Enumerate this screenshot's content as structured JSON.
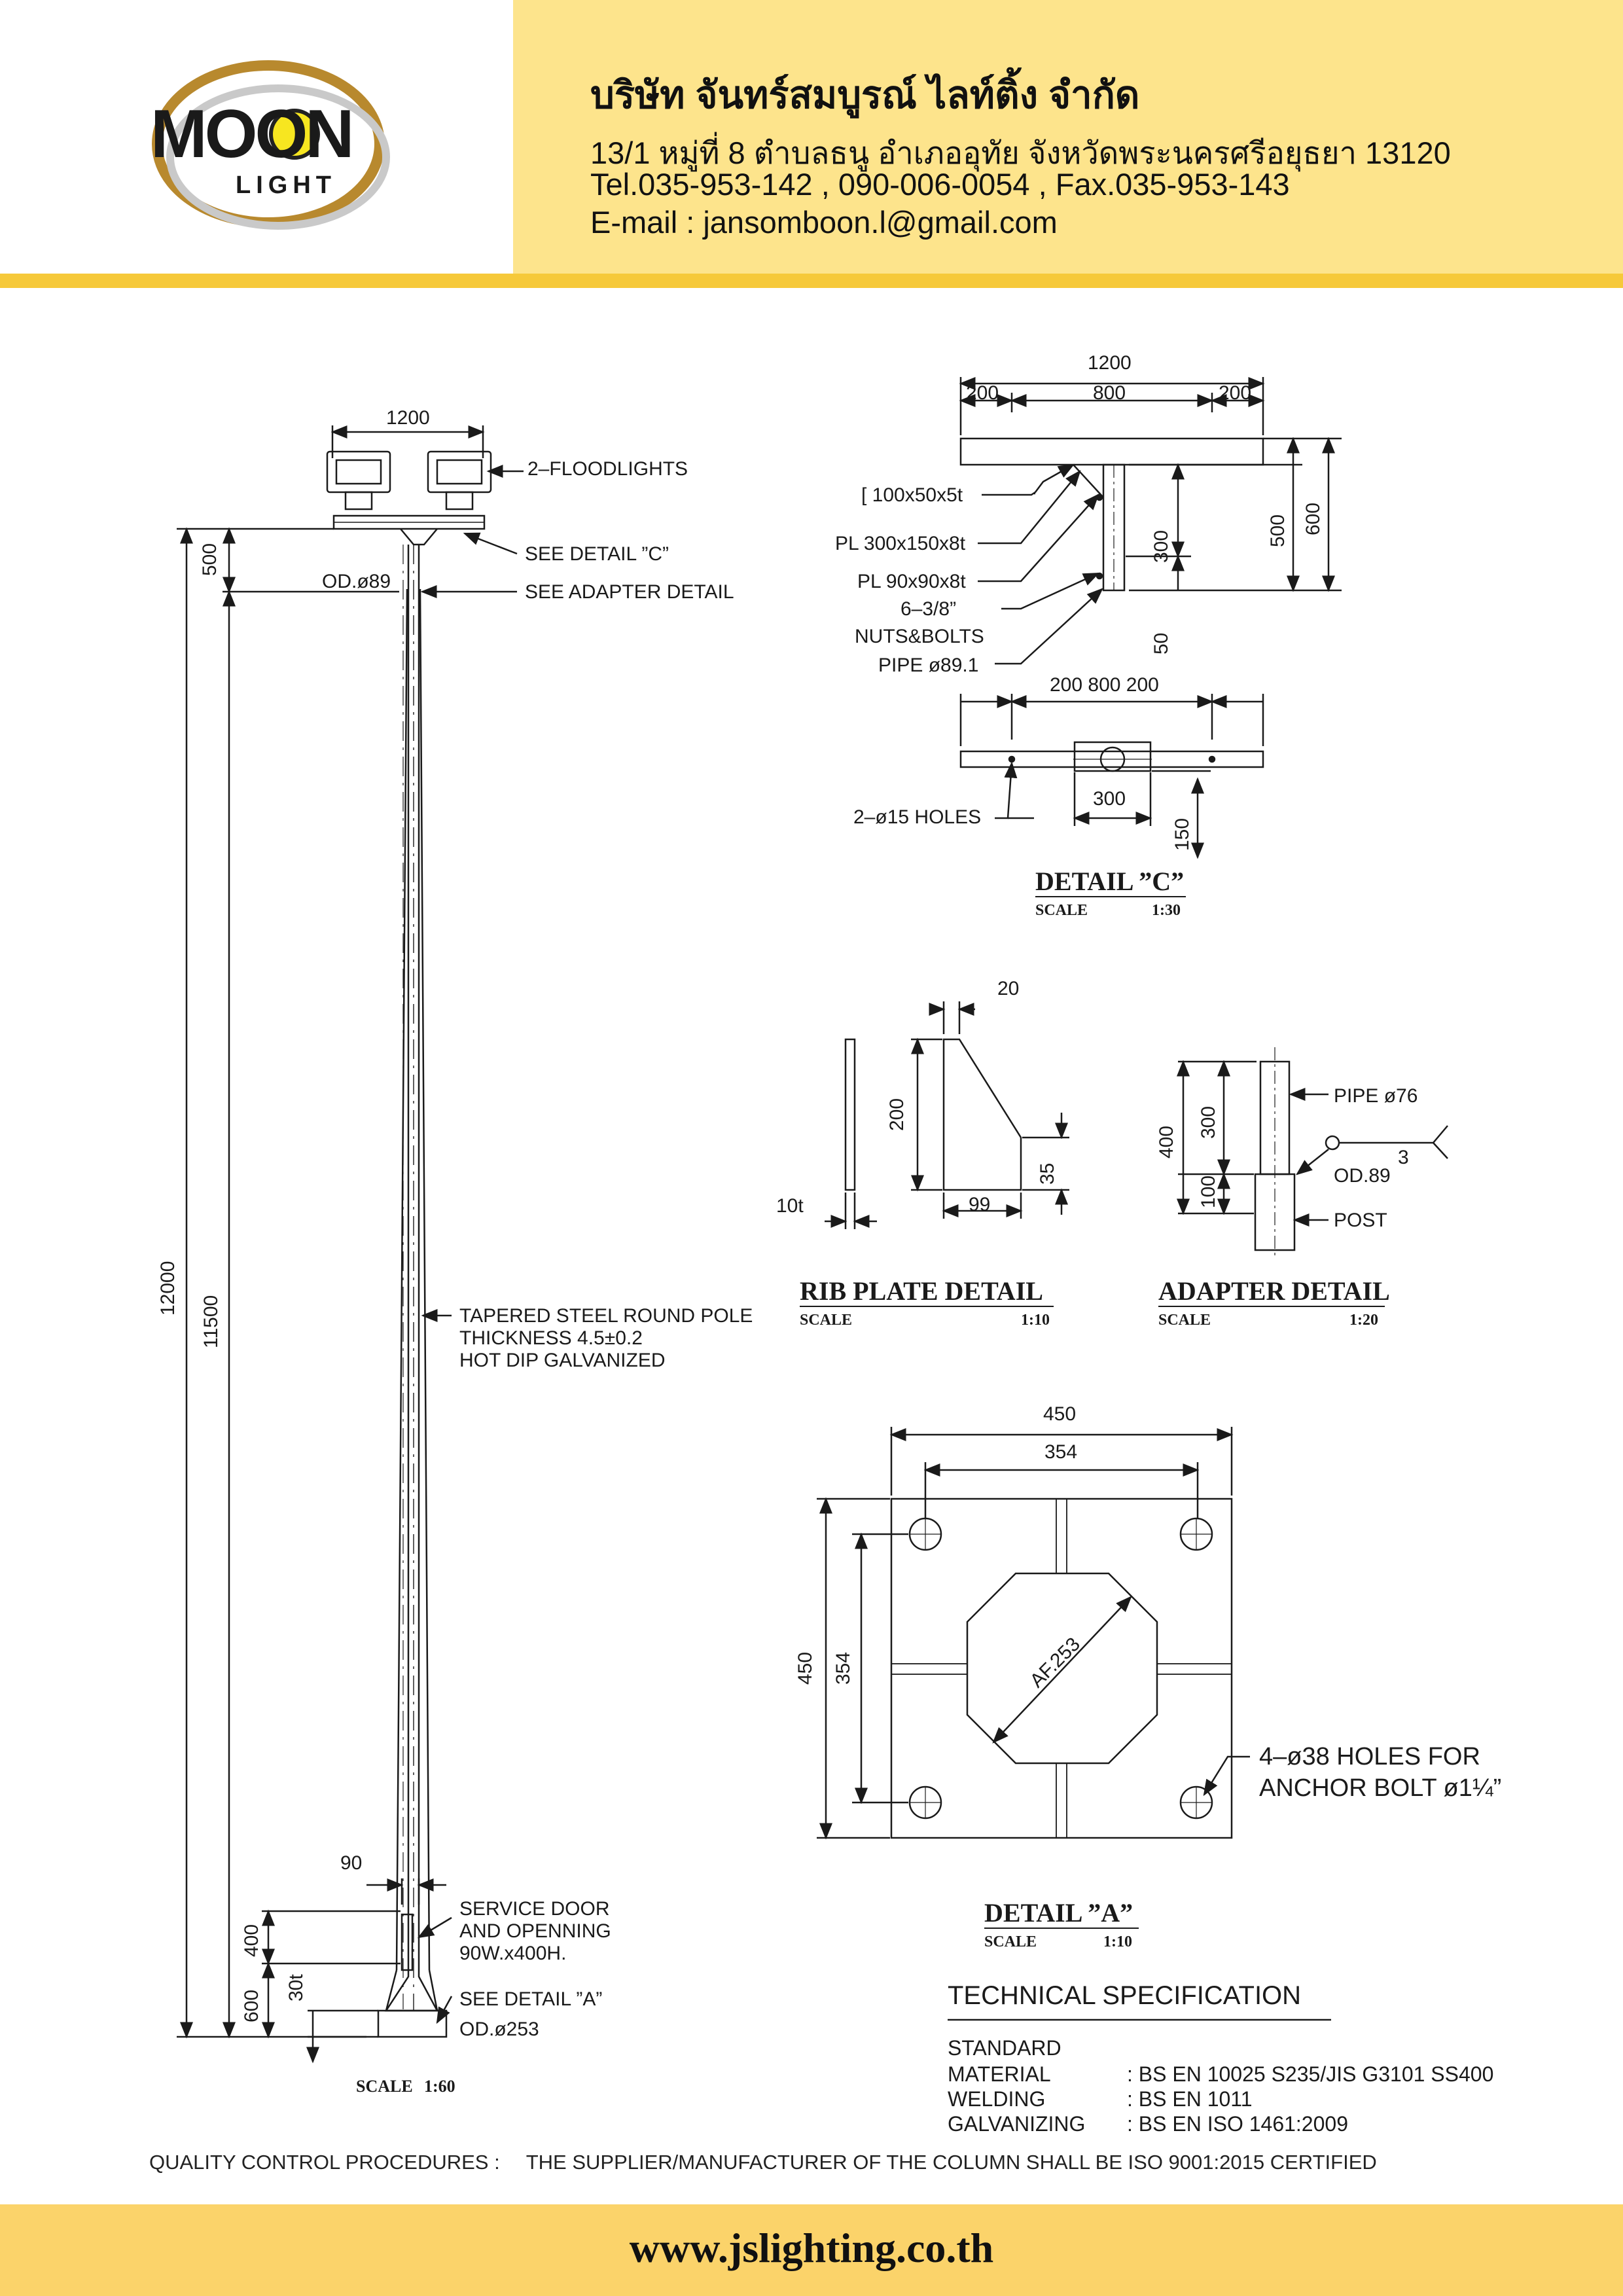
{
  "header": {
    "company": "บริษัท จันทร์สมบูรณ์ ไลท์ติ้ง จำกัด",
    "address": "13/1 หมู่ที่ 8 ตำบลธนู อำเภออุทัย จังหวัดพระนครศรีอยุธยา 13120",
    "phone": "Tel.035-953-142 , 090-006-0054 , Fax.035-953-143",
    "email": "E-mail : jansomboon.l@gmail.com",
    "logo_text": "MOON",
    "logo_sub": "LIGHT"
  },
  "pole": {
    "dim_top_width": "1200",
    "floodlights": "2–FLOODLIGHTS",
    "see_detail_c": "SEE DETAIL ”C”",
    "od_top": "OD.ø89",
    "see_adapter": "SEE ADAPTER DETAIL",
    "dim_500": "500",
    "dim_12000": "12000",
    "dim_11500": "11500",
    "pole_note_1": "TAPERED STEEL ROUND POLE",
    "pole_note_2": "THICKNESS 4.5±0.2",
    "pole_note_3": "HOT DIP GALVANIZED",
    "dim_90": "90",
    "door_1": "SERVICE DOOR",
    "door_2": "AND OPENNING",
    "door_3": "90W.x400H.",
    "dim_400": "400",
    "dim_600": "600",
    "dim_30t": "30t",
    "see_detail_a": "SEE DETAIL ”A”",
    "od_base": "OD.ø253",
    "scale_label": "SCALE",
    "scale_value": "1:60"
  },
  "detail_c": {
    "dim_1200": "1200",
    "dim_200a": "200",
    "dim_800": "800",
    "dim_200b": "200",
    "channel": "[  100x50x5t",
    "pl1": "PL  300x150x8t",
    "pl2": "PL  90x90x8t",
    "nuts_1": "6–3/8”",
    "nuts_2": "NUTS&BOLTS",
    "pipe": "PIPE  ø89.1",
    "dim_300": "300",
    "dim_50": "50",
    "dim_500": "500",
    "dim_600": "600",
    "dim_plan": "200 800 200",
    "holes": "2–ø15  HOLES",
    "dim_300b": "300",
    "dim_150": "150",
    "title": "DETAIL  ”C”",
    "scale_label": "SCALE",
    "scale_value": "1:30"
  },
  "rib": {
    "dim_20": "20",
    "dim_200": "200",
    "dim_35": "35",
    "dim_10t": "10t",
    "dim_99": "99",
    "title": "RIB  PLATE  DETAIL",
    "scale_label": "SCALE",
    "scale_value": "1:10"
  },
  "adapter": {
    "pipe": "PIPE  ø76",
    "od": "OD.89",
    "post": "POST",
    "dim_400": "400",
    "dim_300": "300",
    "dim_100": "100",
    "weld": "3",
    "title": "ADAPTER  DETAIL",
    "scale_label": "SCALE",
    "scale_value": "1:20"
  },
  "detail_a": {
    "dim_450_top": "450",
    "dim_354_top": "354",
    "dim_450_left": "450",
    "dim_354_left": "354",
    "af": "AF.253",
    "holes_1": "4–ø38  HOLES  FOR",
    "holes_2": "ANCHOR  BOLT  ø1¼”",
    "title": "DETAIL  ”A”",
    "scale_label": "SCALE",
    "scale_value": "1:10"
  },
  "spec": {
    "title": "TECHNICAL SPECIFICATION",
    "rows": [
      {
        "label": "STANDARD",
        "value": ""
      },
      {
        "label": "MATERIAL",
        "value": ": BS EN 10025 S235/JIS G3101 SS400"
      },
      {
        "label": "WELDING",
        "value": ": BS EN 1011"
      },
      {
        "label": "GALVANIZING",
        "value": ": BS EN ISO 1461:2009"
      }
    ]
  },
  "qc": {
    "label": "QUALITY CONTROL PROCEDURES  :",
    "text": "THE SUPPLIER/MANUFACTURER OF THE COLUMN SHALL BE ISO 9001:2015 CERTIFIED"
  },
  "footer": {
    "website": "www.jslighting.co.th"
  },
  "colors": {
    "header_band": "#fde48c",
    "header_rule": "#f6c93a",
    "footer_band": "#fbd36a",
    "line": "#1a1a1a"
  }
}
